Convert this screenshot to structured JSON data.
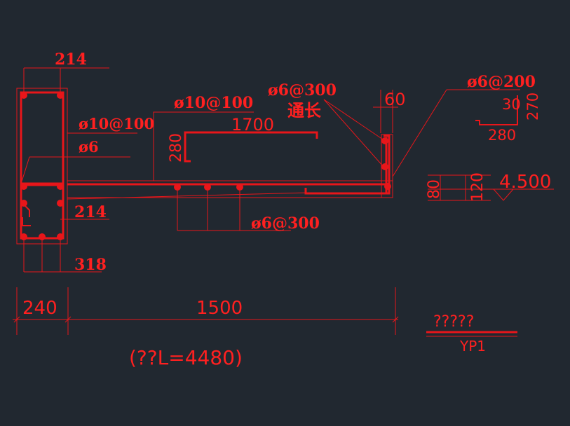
{
  "colors": {
    "background": "#212830",
    "line": "#e8161a",
    "text": "#ff2020"
  },
  "labels": {
    "dim_214_top": "214",
    "rebar_phi10_100_left": "ø10@100",
    "rebar_phi6_left": "ø6",
    "dim_214_mid": "214",
    "dim_318": "318",
    "rebar_phi10_100_slab": "ø10@100",
    "dim_1700": "1700",
    "dim_280_vertical": "280",
    "rebar_phi6_300_top": "ø6@300",
    "note_tongchang": "通长",
    "dim_60": "60",
    "rebar_phi6_300_bottom": "ø6@300",
    "rebar_phi6_200": "ø6@200",
    "dim_30": "30",
    "dim_270": "270",
    "dim_280_detail": "280",
    "dim_80": "80",
    "dim_120": "120",
    "elevation_4500": "4.500",
    "dim_240": "240",
    "dim_1500": "1500",
    "length_note": "(??L=4480)",
    "title_unknown": "?????",
    "title_code": "YP1"
  }
}
